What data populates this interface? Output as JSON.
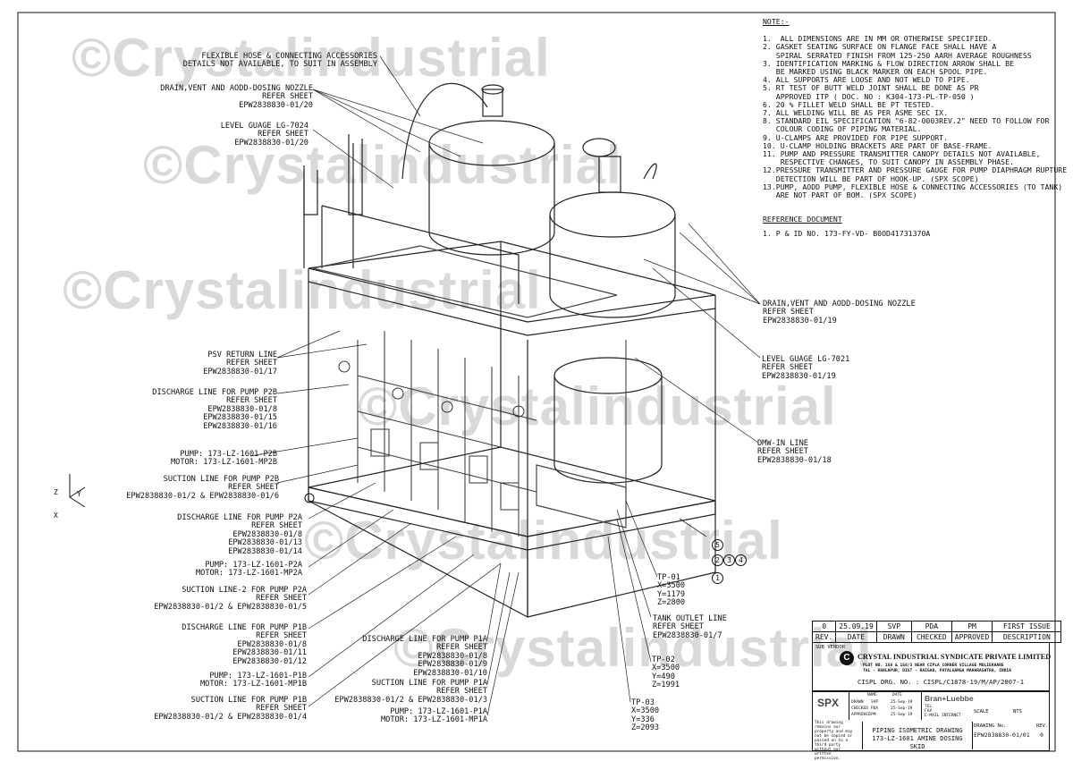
{
  "watermark": "©Crystalindustrial",
  "notes": {
    "heading": "NOTE:-",
    "items": [
      "1.  ALL DIMENSIONS ARE IN MM OR OTHERWISE SPECIFIED.",
      "2. GASKET SEATING SURFACE ON FLANGE FACE SHALL HAVE A",
      "   SPIRAL SERRATED FINISH FROM 125-250 AARH AVERAGE ROUGHNESS",
      "3. IDENTIFICATION MARKING & FLOW DIRECTION ARROW SHALL BE",
      "   BE MARKED USING BLACK MARKER ON EACH SPOOL PIPE.",
      "4. ALL SUPPORTS ARE LOOSE AND NOT WELD TO PIPE.",
      "5. RT TEST OF BUTT WELD JOINT SHALL BE DONE AS PR",
      "   APPROVED ITP ( DOC. NO : K304-173-PL-TP-050 )",
      "6. 20 % FILLET WELD SHALL BE PT TESTED.",
      "7. ALL WELDING WILL BE AS PER ASME SEC IX.",
      "8. STANDARD EIL SPECIFICATION \"6-82-0003REV.2\" NEED TO FOLLOW FOR",
      "   COLOUR CODING OF PIPING MATERIAL.",
      "9. U-CLAMPS ARE PROVIDED FOR PIPE SUPPORT.",
      "10. U-CLAMP HOLDING BRACKETS ARE PART OF BASE-FRAME.",
      "11. PUMP AND PRESSURE TRANSMITTER CANOPY DETAILS NOT AVAILABLE,",
      "    RESPECTIVE CHANGES, TO SUIT CANOPY IN ASSEMBLY PHASE.",
      "12.PRESSURE TRANSMITTER AND PRESSURE GAUGE FOR PUMP DIAPHRAGM RUPTURE",
      "   DETECTION WILL BE PART OF HOOK-UP. (SPX SCOPE)",
      "13.PUMP, AODD PUMP, FLEXIBLE HOSE & CONNECTING ACCESSORIES (TO TANK)",
      "   ARE NOT PART OF BOM. (SPX SCOPE)"
    ]
  },
  "reference": {
    "heading": "REFERENCE DOCUMENT",
    "item": "1. P & ID NO. 173-FY-VD- B0OD41731370A"
  },
  "callouts": [
    {
      "id": "c1",
      "lines": [
        "FLEXIBLE HOSE & CONNECTING ACCESSORIES",
        "DETAILS NOT AVAILABLE, TO SUIT IN ASSEMBLY"
      ]
    },
    {
      "id": "c2",
      "lines": [
        "DRAIN,VENT AND AODD-DOSING NOZZLE",
        "REFER SHEET",
        "EPW2838830-01/20"
      ]
    },
    {
      "id": "c3",
      "lines": [
        "LEVEL GUAGE LG-7024",
        "REFER SHEET",
        "EPW2838830-01/20"
      ]
    },
    {
      "id": "c4",
      "lines": [
        "PSV RETURN LINE",
        "REFER SHEET",
        "EPW2838830-01/17"
      ]
    },
    {
      "id": "c5",
      "lines": [
        "DISCHARGE LINE FOR PUMP P2B",
        "REFER SHEET",
        "EPW2838830-01/8",
        "EPW2838830-01/15",
        "EPW2838830-01/16"
      ]
    },
    {
      "id": "c6",
      "lines": [
        "PUMP: 173-LZ-1601-P2B",
        "MOTOR: 173-LZ-1601-MP2B"
      ]
    },
    {
      "id": "c7",
      "lines": [
        "SUCTION LINE FOR PUMP P2B",
        "REFER SHEET",
        "EPW2838830-01/2 & EPW2838830-01/6"
      ]
    },
    {
      "id": "c8",
      "lines": [
        "DISCHARGE LINE FOR PUMP P2A",
        "REFER SHEET",
        "EPW2838830-01/8",
        "EPW2838830-01/13",
        "EPW2838830-01/14"
      ]
    },
    {
      "id": "c9",
      "lines": [
        "PUMP: 173-LZ-1601-P2A",
        "MOTOR: 173-LZ-1601-MP2A"
      ]
    },
    {
      "id": "c10",
      "lines": [
        "SUCTION LINE-2 FOR PUMP P2A",
        "REFER SHEET",
        "EPW2838830-01/2 & EPW2838830-01/5"
      ]
    },
    {
      "id": "c11",
      "lines": [
        "DISCHARGE LINE FOR PUMP P1B",
        "REFER SHEET",
        "EPW2838830-01/8",
        "EPW2838830-01/11",
        "EPW2838830-01/12"
      ]
    },
    {
      "id": "c12",
      "lines": [
        "PUMP: 173-LZ-1601-P1B",
        "MOTOR: 173-LZ-1601-MP1B"
      ]
    },
    {
      "id": "c13",
      "lines": [
        "SUCTION LINE FOR PUMP P1B",
        "REFER SHEET",
        "EPW2838830-01/2 & EPW2838830-01/4"
      ]
    },
    {
      "id": "c14",
      "lines": [
        "DISCHARGE LINE FOR PUMP P1A",
        "REFER SHEET",
        "EPW2838830-01/8",
        "EPW2838830-01/9",
        "EPW2838830-01/10"
      ]
    },
    {
      "id": "c15",
      "lines": [
        "SUCTION LINE FOR PUMP P1A",
        "REFER SHEET",
        "EPW2838830-01/2 & EPW2838830-01/3"
      ]
    },
    {
      "id": "c16",
      "lines": [
        "PUMP: 173-LZ-1601-P1A",
        "MOTOR: 173-LZ-1601-MP1A"
      ]
    },
    {
      "id": "c17",
      "lines": [
        "DRAIN,VENT AND AODD-DOSING NOZZLE",
        "REFER SHEET",
        "EPW2838830-01/19"
      ]
    },
    {
      "id": "c18",
      "lines": [
        "LEVEL GUAGE LG-7021",
        "REFER SHEET",
        "EPW2838830-01/19"
      ]
    },
    {
      "id": "c19",
      "lines": [
        "DMW-IN LINE",
        "REFER SHEET",
        "EPW2838830-01/18"
      ]
    },
    {
      "id": "c20",
      "lines": [
        "TP-01",
        "X=3500",
        "Y=1179",
        "Z=2800"
      ]
    },
    {
      "id": "c21",
      "lines": [
        "TANK OUTLET LINE",
        "REFER SHEET",
        "EPW2838830-01/7"
      ]
    },
    {
      "id": "c22",
      "lines": [
        "TP-02",
        "X=3500",
        "Y=490",
        "Z=1991"
      ]
    },
    {
      "id": "c23",
      "lines": [
        "TP-03",
        "X=3500",
        "Y=336",
        "Z=2093"
      ]
    }
  ],
  "nozzle_tags": [
    "5",
    "2",
    "3",
    "4",
    "1"
  ],
  "axes": {
    "z": "Z",
    "y": "Y",
    "x": "X"
  },
  "revision": {
    "row": [
      "0",
      "25.09.19",
      "SVP",
      "PDA",
      "PM",
      "FIRST ISSUE"
    ],
    "header": [
      "REV.",
      "DATE",
      "DRAWN",
      "CHECKED",
      "APPROVED",
      "DESCRIPTION"
    ]
  },
  "title_block": {
    "sub_vendor": "SUB VENDOR",
    "company": "CRYSTAL INDUSTRIAL SYNDICATE PRIVATE LIMITED",
    "address1": "PLOT NO. 158 & 158/3 NEAR CIPLA CORNER VILLAGE MOLIEKAARE",
    "address2": "TAL - KHALAPUR, DIST - RAIGAD, PATALGANGA MAHARASHTRA, INDIA",
    "cispl_no": "CISPL DRG. NO. : CISPL/C1878-19/M/AP/2007-1",
    "spx": "SPX",
    "bran": "Bran+Luebbe",
    "name_h": "NAME",
    "date_h": "DATE",
    "rows": [
      [
        "DRAWN",
        "SVP",
        "25-Sep-19"
      ],
      [
        "CHECKED",
        "PDA",
        "25-Sep-19"
      ],
      [
        "APPROVED",
        "PM",
        "25-Sep-19"
      ]
    ],
    "tel": "TEL",
    "fax": "FAX",
    "email": "E-MAIL",
    "internet": "INTERNET",
    "disclaimer": "This drawing remains our property and may not be copied or passed on to a third party without our written permission.",
    "drawing_title1": "PIPING ISOMETRIC DRAWING",
    "drawing_title2": "173-LZ-1601 AMINE DOSING SKID",
    "scale_h": "SCALE",
    "scale": "NTS",
    "drg_no_h": "DRAWING No.",
    "rev_h": "REV.",
    "drg_no": "EPW2838830-01/01",
    "rev": "0"
  }
}
